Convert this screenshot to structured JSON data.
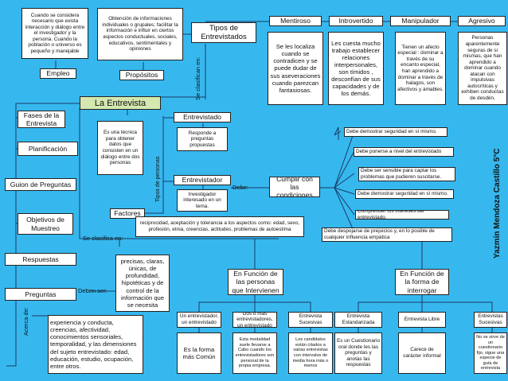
{
  "main": "La Entrevista",
  "author": "Yazmin Mendoza Castillo 5°C",
  "top_left": "Cuando se considera necesario que exista interacción y diálogo entre el investigador y la persona. Cuando la población o universo es pequeño y manejable",
  "empleo": "Empleo",
  "obtencion": "Obtención de informaciones individuales o grupales; facilitar la información e influir en ciertos aspectos conductuales, sociales, educativos, sentimentales y opiniones",
  "propositos": "Propósitos",
  "tipos_entrevistados": "Tipos de Entrevistados",
  "se_clasifican_en": "Se clasifican en:",
  "types": [
    {
      "name": "Mentiroso",
      "desc": "Se les localiza cuando se contradicen y se puede dudar de sus aseveraciones cuando parezcan fantasiosas."
    },
    {
      "name": "Introvertido",
      "desc": "Les cuesta mucho trabajo establecer relaciones interpersonales, son tímidos , desconfían de sus capacidades y de los demás."
    },
    {
      "name": "Manipulador",
      "desc": "Tienen un afecto especial : dominar a través de su encanto especial, han aprendido a dominar a través de halagos, son afectivos y amables."
    },
    {
      "name": "Agresivo",
      "desc": "Personas aparentemente seguras de si mismas, que han aprendido a dominar cuando atacan con impulsivas autocríticas y exhiben conductas de desdén."
    }
  ],
  "fases": "Fases de la Entrevista",
  "planificacion": "Planificación",
  "guion": "Guion de Preguntas",
  "objetivos": "Objetivos de Muestreo",
  "respuestas": "Respuestas",
  "preguntas": "Preguntas",
  "tecnica": "Es una técnica para obtener datos que consisten en un diálogo entre dos personas",
  "tipos_personas": "Tipos de personas",
  "entrevistado": "Entrevistado",
  "responde": "Responde a preguntas propuestas",
  "entrevistador": "Entrevistador",
  "investigador": "Investigador interesado en un tema.",
  "debe": "Debe:",
  "cumplir": "Cumplir con las condiciones",
  "conditions": [
    "Debe demostrar seguridad en sí mismo.",
    "Debe ponerse a nivel del entrevistado",
    "Debe ser sensible para captar los problemas que pudieren suscitarse.",
    "Debe demostrar seguridad en sí mismo.",
    "Comprender los intereses del entrevistado.",
    "Debe despojarse de prejuicios y, en lo posible de cualquier influencia empática"
  ],
  "factores": "Factores",
  "factores_desc": "reciprocidad, aceptación y tolerancia a los aspectos como: edad, sexo, profesión, etnia, creencias, actitudes, problemas de autoestima",
  "se_clasifica_en": "Se clasifica en:",
  "debe_ser": "Deben ser:",
  "precisas": "precisas, claras, únicas, de profundidad, hipotéticas y de control de la información que se necesita",
  "acerca_de": "Acerca de:",
  "acerca_desc": "experiencia y conducta, creencias, afectividad, conocimientos sensoriales, temporalidad, y las dimensiones del sujeto entrevistado: edad, educación, estudio, ocupación, entre otros.",
  "funcion_personas": "En Función de las personas que Intervienen",
  "funcion_forma": "En Función de la forma de interrogar",
  "leaves": [
    {
      "title": "Un entrevistador, un entrevistado",
      "desc": "Es la forma más Común"
    },
    {
      "title": "Dos o más entrevistadores, un entrevistado",
      "desc": "Esta modalidad suele llevarse a Cabo cuando los entrevistadores son personal de la propia empresa."
    },
    {
      "title": "Entrevista Sucesivas",
      "desc": "Los candidatos están citados a varias entrevistas con intervalos de media hora más o menos"
    },
    {
      "title": "Entrevista Estandarizada",
      "desc": "Es un Cuestionario oral donde les las preguntas y anotas las respuestas"
    },
    {
      "title": "Entrevista Libre",
      "desc": "Carece de carácter informal"
    },
    {
      "title": "Entrevistas Sucesivas",
      "desc": "No se sirve de un cuestionario fijo, sigue una especie de guía de entrevista"
    }
  ]
}
